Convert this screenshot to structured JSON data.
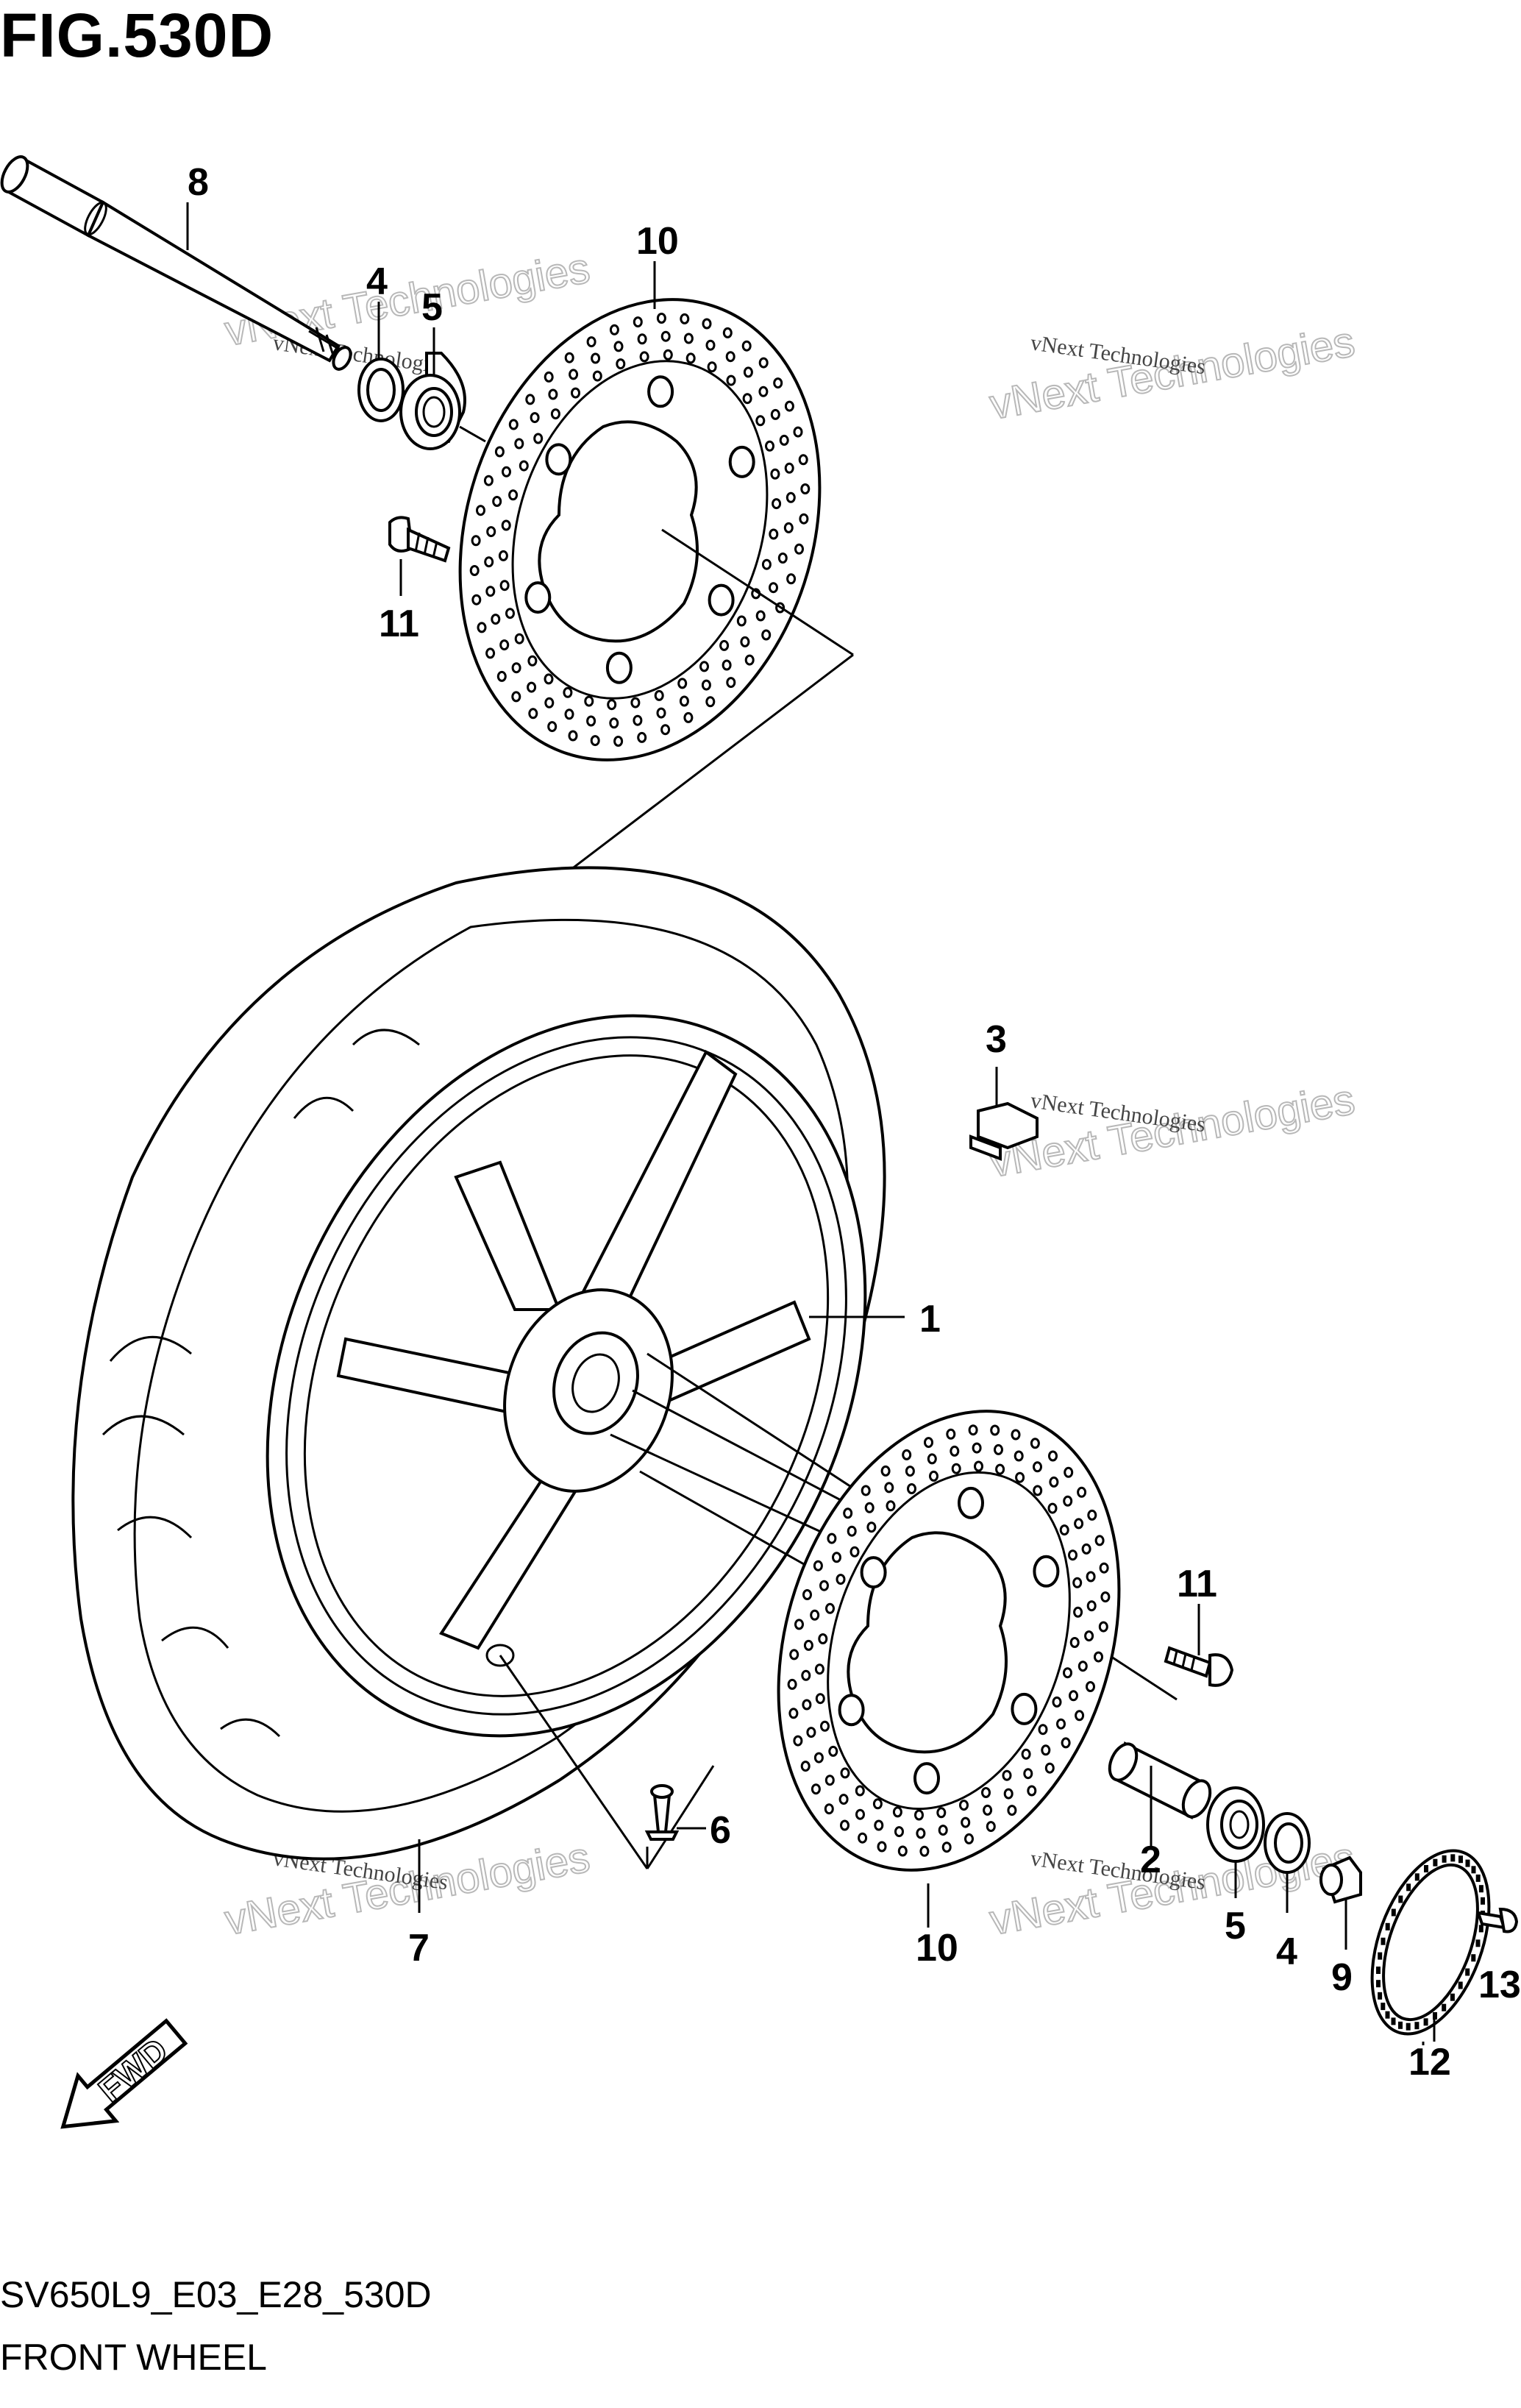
{
  "figure": {
    "title": "FIG.530D",
    "code": "SV650L9_E03_E28_530D",
    "name": "FRONT WHEEL"
  },
  "watermark": {
    "small": "vNext Technologies",
    "big": "vNext Technologies"
  },
  "direction_badge": "FWD",
  "callouts": [
    "1",
    "2",
    "3",
    "4",
    "5",
    "6",
    "7",
    "8",
    "9",
    "10",
    "11",
    "12",
    "13",
    "4",
    "5",
    "10",
    "11"
  ]
}
